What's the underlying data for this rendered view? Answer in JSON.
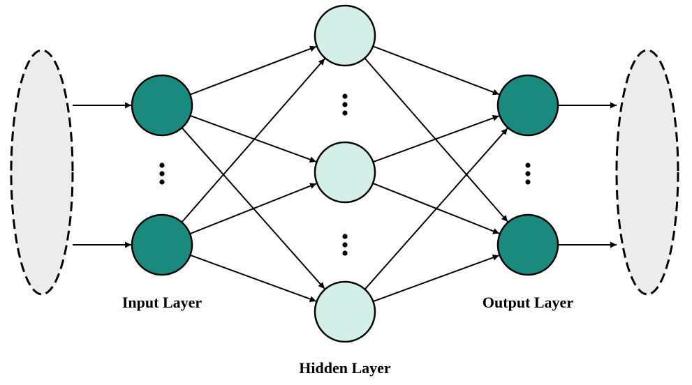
{
  "labels": {
    "input": "Input Layer",
    "hidden": "Hidden Layer",
    "output": "Output Layer"
  },
  "colors": {
    "input_output_node": "#1a8a7e",
    "hidden_node": "#d4efe7",
    "data_ellipse": "#ececec",
    "edge": "#000000"
  }
}
